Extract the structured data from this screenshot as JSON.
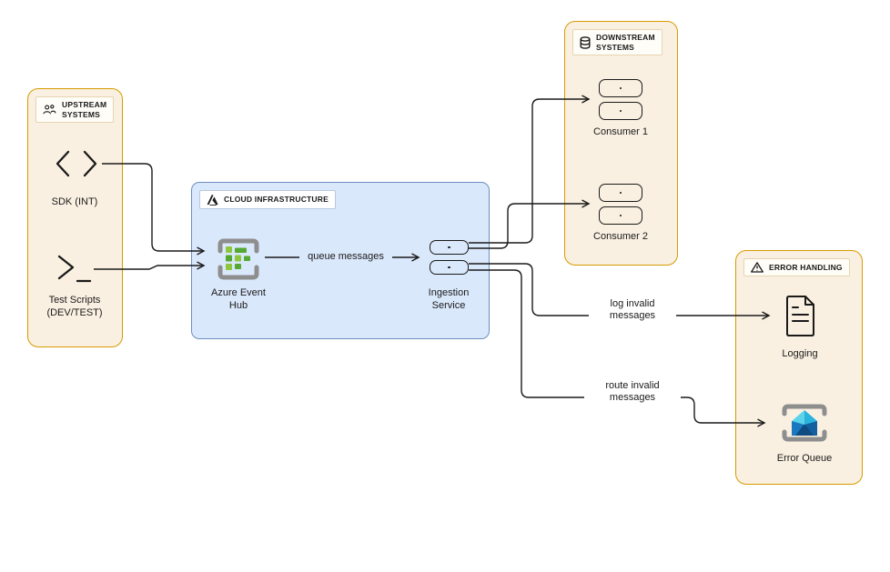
{
  "colors": {
    "group_orange_fill": "#FAF0E1",
    "group_orange_border": "#D79B00",
    "cloud_fill": "#DAE8FC",
    "cloud_border": "#6C8EBF",
    "badge_fill": "#FFFDF7",
    "line": "#1A1A1A",
    "eventhub_green_light": "#8DC63F",
    "eventhub_green_dark": "#55A832",
    "bracket_gray": "#8E8E8E",
    "envelope_flap_light": "#5BD3EA",
    "envelope_flap_mid": "#2BB3DE",
    "envelope_body_left": "#1C78BE",
    "envelope_body_right": "#135F9F",
    "envelope_body_dark": "#0E4B80"
  },
  "groups": {
    "upstream": {
      "title_line1": "UPSTREAM",
      "title_line2": "SYSTEMS"
    },
    "cloud": {
      "title": "CLOUD INFRASTRUCTURE"
    },
    "downstream": {
      "title_line1": "DOWNSTREAM",
      "title_line2": "SYSTEMS"
    },
    "error": {
      "title": "ERROR HANDLING"
    }
  },
  "nodes": {
    "sdk": {
      "label": "SDK (INT)"
    },
    "test_scripts": {
      "line1": "Test Scripts",
      "line2": "(DEV/TEST)"
    },
    "event_hub": {
      "line1": "Azure Event",
      "line2": "Hub"
    },
    "ingestion": {
      "line1": "Ingestion",
      "line2": "Service"
    },
    "consumer1": {
      "label": "Consumer 1"
    },
    "consumer2": {
      "label": "Consumer 2"
    },
    "logging": {
      "label": "Logging"
    },
    "error_queue": {
      "label": "Error Queue"
    }
  },
  "edges": {
    "queue": {
      "label": "queue messages"
    },
    "log": {
      "line1": "log invalid",
      "line2": "messages"
    },
    "route": {
      "line1": "route invalid",
      "line2": "messages"
    }
  }
}
